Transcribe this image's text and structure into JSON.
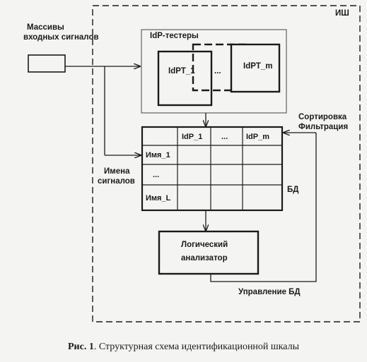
{
  "diagram": {
    "system_label": "ИШ",
    "input_label_line1": "Массивы",
    "input_label_line2": "входных сигналов",
    "testers_title": "IdP-тестеры",
    "tester_1": "IdPT_1",
    "tester_ellipsis": "...",
    "tester_m": "IdPT_m",
    "sort_label_line1": "Сортировка",
    "filter_label_line1": "Фильтрация",
    "table_headers": [
      "IdP_1",
      "...",
      "IdP_m"
    ],
    "table_rows": [
      "Имя_1",
      "...",
      "Имя_L"
    ],
    "names_label_line1": "Имена",
    "names_label_line2": "сигналов",
    "db_label": "БД",
    "analyzer_line1": "Логический",
    "analyzer_line2": "анализатор",
    "db_control_label": "Управление БД"
  },
  "caption": {
    "prefix": "Рис. 1",
    "text": ". Структурная схема идентификационной шкалы"
  }
}
